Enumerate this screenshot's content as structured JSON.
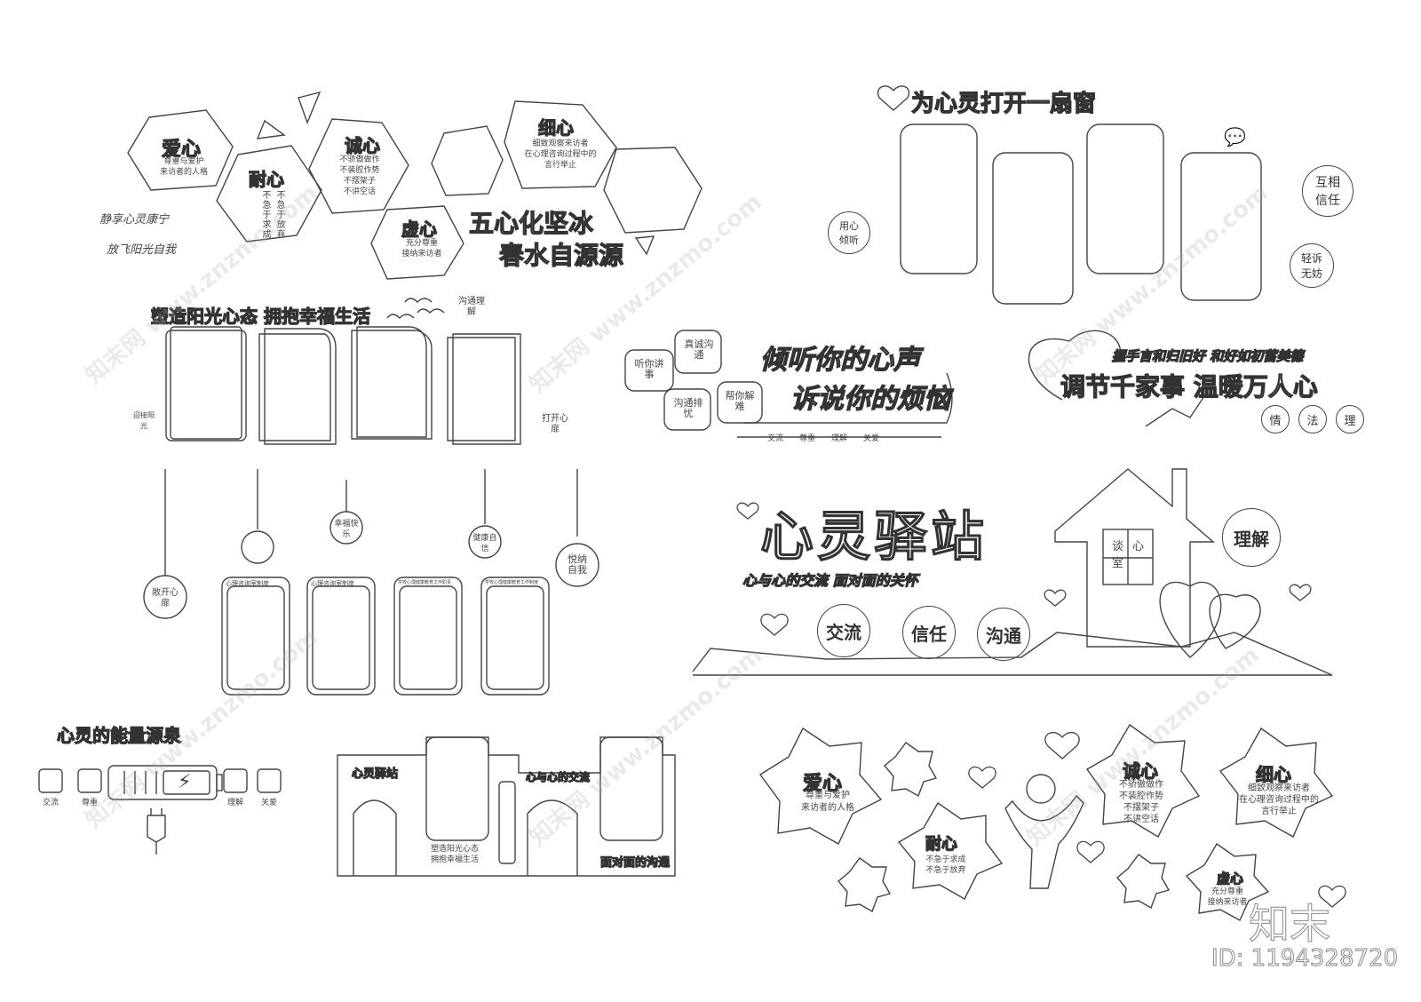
{
  "left_top": {
    "hex_love": {
      "title": "爱心",
      "line1": "尊重与爱护",
      "line2": "来访者的人格"
    },
    "hex_patience": {
      "title": "耐心",
      "col1": "不急于求成",
      "col2": "不急于放弃"
    },
    "hex_sincere": {
      "title": "诚心",
      "line1": "不骄傲做作",
      "line2": "不装腔作势",
      "line3": "不摆架子",
      "line4": "不讲空话"
    },
    "hex_careful": {
      "title": "细心",
      "line1": "细致观察来访者",
      "line2": "在心理咨询过程中的",
      "line3": "言行举止"
    },
    "hex_humble": {
      "title": "虚心",
      "line1": "充分尊重",
      "line2": "接纳来访者"
    },
    "slogan_a": "静享心灵康宁",
    "slogan_b": "放飞阳光自我",
    "title1": "五心化坚冰",
    "title2": "春水自源源"
  },
  "left_mid": {
    "title": "塑造阳光心态  拥抱幸福生活",
    "tag_communicate": "沟通理解",
    "tag_sunshine": "迎接阳光",
    "tag_open": "打开心扉"
  },
  "bulbs": {
    "b_open": "敞开心扉",
    "b_happy": "幸福快乐",
    "b_health": "健康自信",
    "b_joy": "悦纳自我"
  },
  "boards": {
    "b1": "心理咨询室制度",
    "b2": "心理咨询室制度",
    "b3": "学校心理健康教育工作职责",
    "b4": "学校心理健康教育工作制度"
  },
  "energy": {
    "title": "心灵的能量源泉",
    "i1": "交流",
    "i2": "尊重",
    "i3": "理解",
    "i4": "关爱"
  },
  "gate": {
    "left_label": "心灵驿站",
    "right_label": "心与心的交流",
    "caption1": "塑造阳光心态",
    "caption2": "拥抱幸福生活",
    "bottom_right": "面对面的沟通"
  },
  "top_right": {
    "title": "为心灵打开一扇窗",
    "c_listen": "用心倾听",
    "c_trust": "互相信任",
    "c_relax": "轻诉无妨"
  },
  "listen": {
    "title1": "倾听你的心声",
    "title2": "诉说你的烦恼",
    "b1": "听你讲事",
    "b2": "真诚沟通",
    "b3": "沟通排忧",
    "b4": "帮你解难",
    "h1": "交流",
    "h2": "尊重",
    "h3": "理解",
    "h4": "关爱"
  },
  "mediate": {
    "line1": "握手言和归旧好  和好如初蓄美德",
    "line2": "调节千家事  温暖万人心",
    "c1": "情",
    "c2": "法",
    "c3": "理"
  },
  "station": {
    "title": "心灵驿站",
    "subtitle": "心与心的交流  面对面的关怀",
    "c1": "交流",
    "c2": "信任",
    "c3": "沟通",
    "understand": "理解",
    "room": "谈心室"
  },
  "stars": {
    "love": {
      "title": "爱心",
      "line1": "尊重与爱护",
      "line2": "来访者的人格"
    },
    "patience": {
      "title": "耐心",
      "line1": "不急于求成",
      "line2": "不急于放弃"
    },
    "sincere": {
      "title": "诚心",
      "line1": "不骄傲做作",
      "line2": "不装腔作势",
      "line3": "不摆架子",
      "line4": "不讲空话"
    },
    "careful": {
      "title": "细心",
      "line1": "细致观察来访者",
      "line2": "在心理咨询过程中的",
      "line3": "言行举止"
    },
    "humble": {
      "title": "虚心",
      "line1": "充分尊重",
      "line2": "接纳来访者"
    }
  },
  "watermark": {
    "site": "www.znzmo.com",
    "brand": "知末网",
    "logo": "知末",
    "id": "ID: 1194328720"
  }
}
